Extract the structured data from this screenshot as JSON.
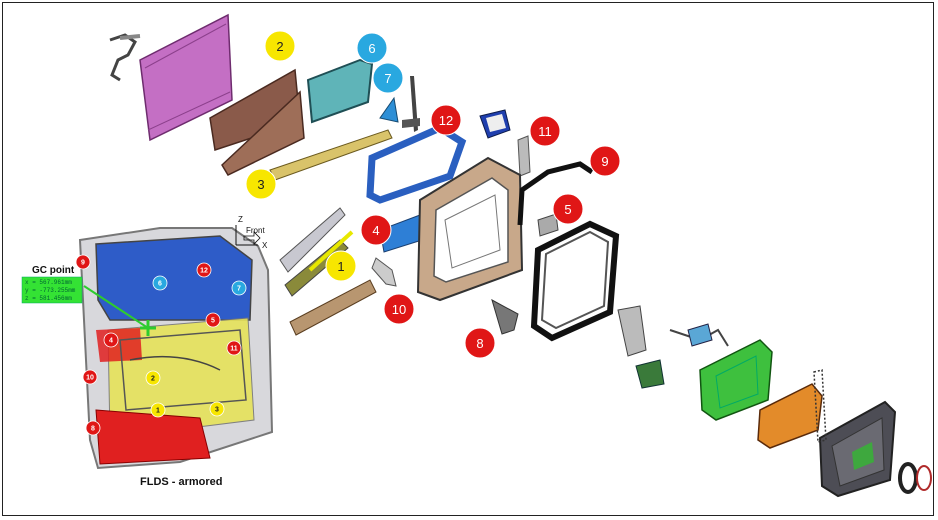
{
  "diagram": {
    "caption": "FLDS - armored",
    "gc_point": {
      "title": "GC point",
      "coords": [
        "x = 567.961mm",
        "y = -773.255mm",
        "z = 581.456mm"
      ]
    },
    "axes": {
      "z": "Z",
      "front": "Front",
      "x": "X"
    },
    "colors": {
      "yellow": "#f7e600",
      "red": "#e01616",
      "cyan": "#29a8e0"
    },
    "callouts": [
      {
        "id": "2",
        "label": "2",
        "color": "yellow"
      },
      {
        "id": "3",
        "label": "3",
        "color": "yellow"
      },
      {
        "id": "6",
        "label": "6",
        "color": "cyan"
      },
      {
        "id": "7",
        "label": "7",
        "color": "cyan"
      },
      {
        "id": "12",
        "label": "12",
        "color": "red"
      },
      {
        "id": "11",
        "label": "11",
        "color": "red"
      },
      {
        "id": "9",
        "label": "9",
        "color": "red"
      },
      {
        "id": "4",
        "label": "4",
        "color": "red"
      },
      {
        "id": "1",
        "label": "1",
        "color": "yellow"
      },
      {
        "id": "5",
        "label": "5",
        "color": "red"
      },
      {
        "id": "10",
        "label": "10",
        "color": "red"
      },
      {
        "id": "8",
        "label": "8",
        "color": "red"
      }
    ],
    "small_callouts": [
      {
        "id": "s9",
        "label": "9",
        "color": "red"
      },
      {
        "id": "s6",
        "label": "6",
        "color": "cyan"
      },
      {
        "id": "s12",
        "label": "12",
        "color": "red"
      },
      {
        "id": "s7",
        "label": "7",
        "color": "cyan"
      },
      {
        "id": "s5",
        "label": "5",
        "color": "red"
      },
      {
        "id": "s4",
        "label": "4",
        "color": "red"
      },
      {
        "id": "s11",
        "label": "11",
        "color": "red"
      },
      {
        "id": "s10",
        "label": "10",
        "color": "red"
      },
      {
        "id": "s2",
        "label": "2",
        "color": "yellow"
      },
      {
        "id": "s1",
        "label": "1",
        "color": "yellow"
      },
      {
        "id": "s3",
        "label": "3",
        "color": "yellow"
      },
      {
        "id": "s8",
        "label": "8",
        "color": "red"
      }
    ]
  }
}
